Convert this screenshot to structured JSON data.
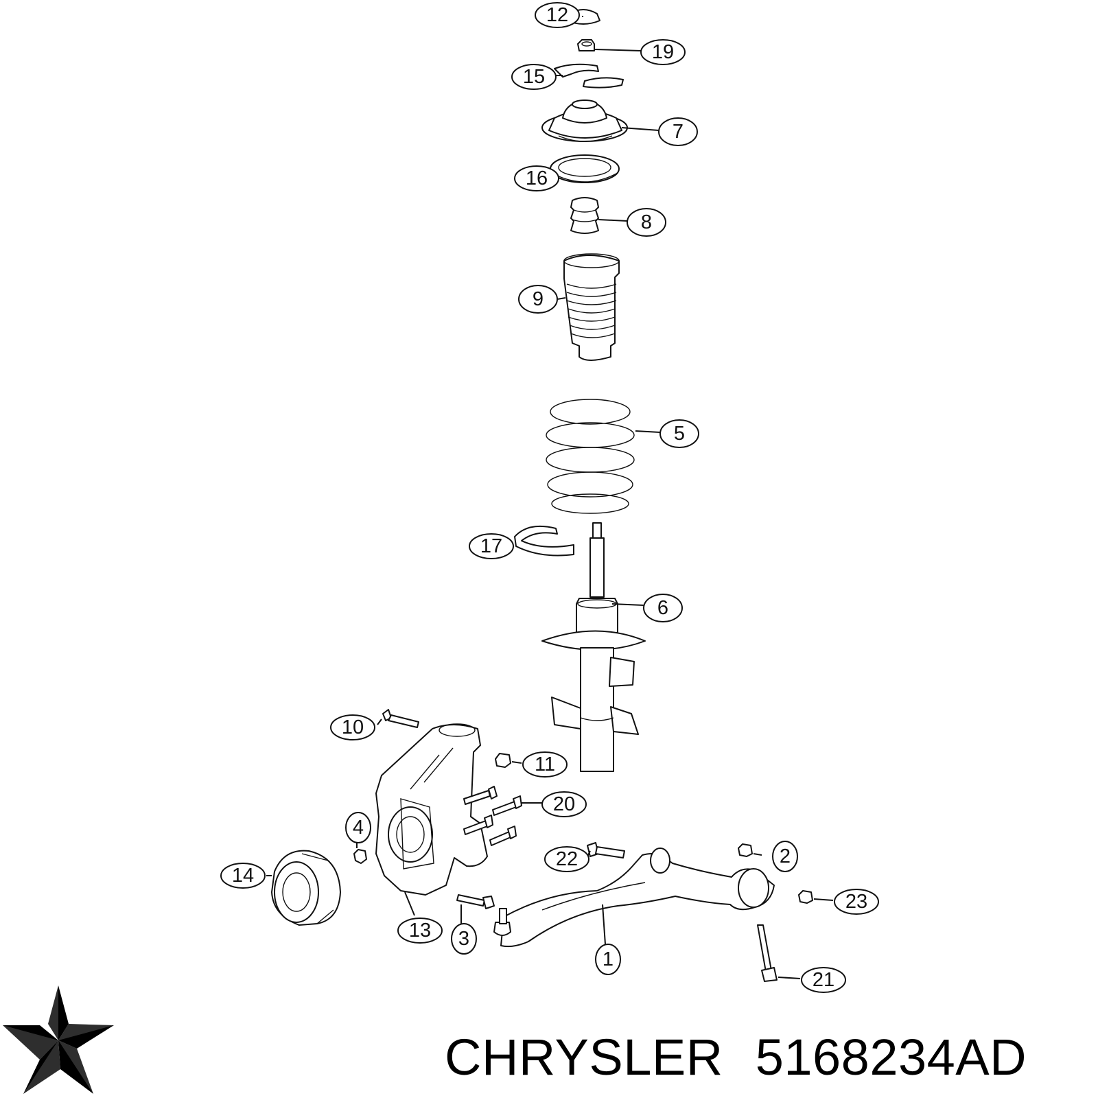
{
  "brand": {
    "name": "CHRYSLER",
    "part_number": "5168234AD",
    "logo_icon": "pentastar-logo-icon"
  },
  "callouts": {
    "c1": "1",
    "c2": "2",
    "c3": "3",
    "c4": "4",
    "c5": "5",
    "c6": "6",
    "c7": "7",
    "c8": "8",
    "c9": "9",
    "c10": "10",
    "c11": "11",
    "c12": "12",
    "c13": "13",
    "c14": "14",
    "c15": "15",
    "c16": "16",
    "c17": "17",
    "c19": "19",
    "c20": "20",
    "c21": "21",
    "c22": "22",
    "c23": "23"
  }
}
